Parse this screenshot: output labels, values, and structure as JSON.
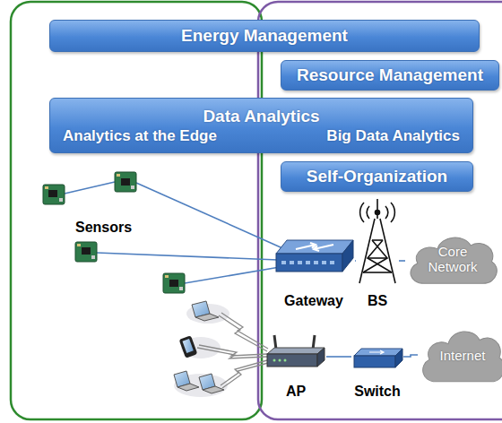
{
  "diagram": {
    "nodes": [
      {
        "text": [
          "Energy Management"
        ]
      },
      {
        "text": [
          "Resource Management"
        ]
      },
      {
        "text": [
          "Data Analytics",
          "Analytics at the Edge",
          "Big Data Analytics"
        ]
      },
      {
        "text": [
          "Self-Organization"
        ]
      },
      {
        "text": [
          "Gateway"
        ]
      },
      {
        "text": [
          "BS"
        ]
      },
      {
        "text": [
          "Core Network"
        ]
      },
      {
        "text": [
          "AP"
        ]
      },
      {
        "text": [
          "Switch"
        ]
      },
      {
        "text": [
          "Internet"
        ]
      }
    ],
    "edges": [
      {
        "from": 4,
        "to": 5,
        "arrow": "none"
      },
      {
        "from": 5,
        "to": 6,
        "arrow": "none"
      },
      {
        "from": 7,
        "to": 8,
        "arrow": "none"
      },
      {
        "from": 8,
        "to": 9,
        "arrow": "none"
      }
    ],
    "labels": [
      "Sensors"
    ]
  }
}
